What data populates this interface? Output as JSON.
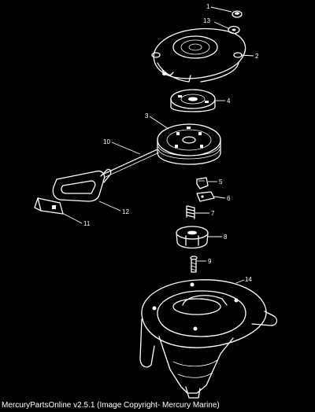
{
  "diagram": {
    "callouts": {
      "c1": "1",
      "c2": "2",
      "c3": "3",
      "c4": "4",
      "c5": "5",
      "c6": "6",
      "c7": "7",
      "c8": "8",
      "c9": "9",
      "c10": "10",
      "c11": "11",
      "c12": "12",
      "c13": "13",
      "c14": "14"
    }
  },
  "footer": {
    "copyright": "MercuryPartsOnline v2.5.1 (Image Copyright- Mercury Marine)"
  },
  "colors": {
    "background": "#000000",
    "linework": "#ffffff"
  }
}
